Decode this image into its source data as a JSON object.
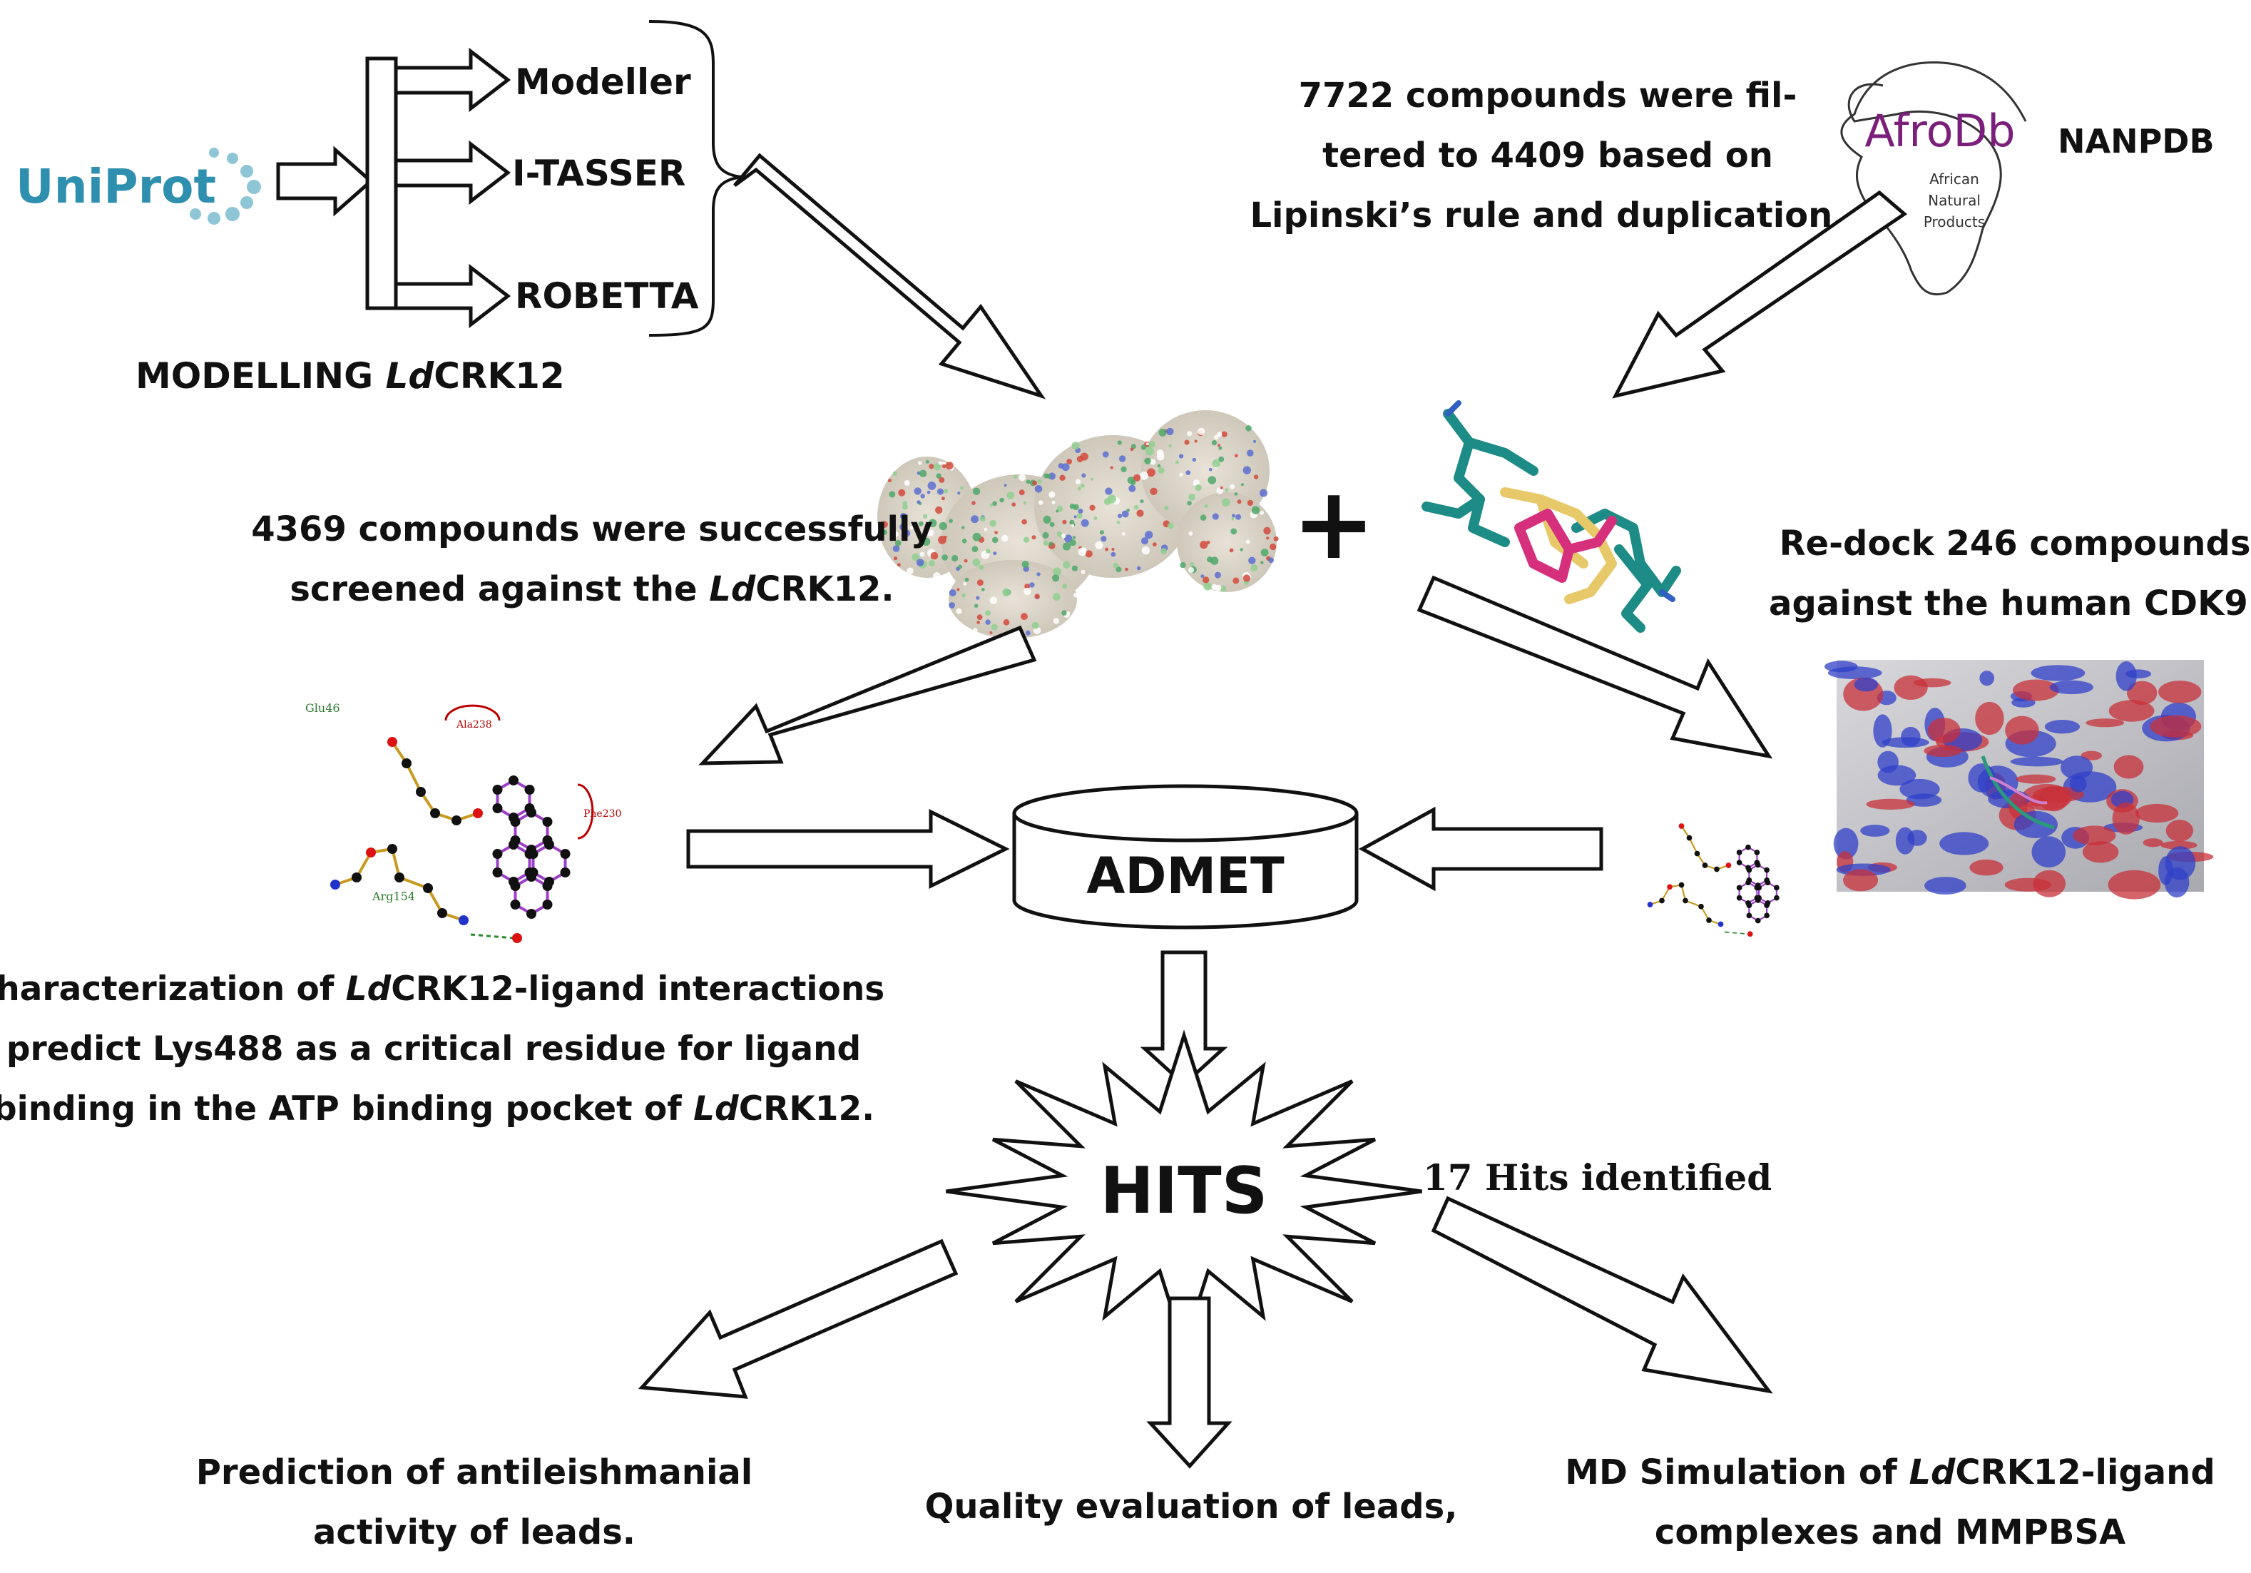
{
  "top_left": {
    "uniprot_logo": "UniProt",
    "tools": [
      "Modeller",
      "I-TASSER",
      "ROBETTA"
    ],
    "modelling_caption": {
      "prefix": "MODELLING ",
      "italic": "Ld",
      "suffix": "CRK12"
    }
  },
  "top_right": {
    "afrodb_logo": {
      "title": "AfroDb",
      "sub": [
        "African",
        "Natural",
        "Products"
      ]
    },
    "nanpdb_label": "NANPDB",
    "filter_text": [
      "7722 compounds were fil-",
      "tered to 4409 based on",
      "Lipinski’s rule and duplication."
    ]
  },
  "middle": {
    "plus_sign": "+",
    "screen_text": {
      "line1": "4369  compounds were successfully",
      "line2_prefix": "screened against the ",
      "line2_italic": "Ld",
      "line2_suffix": "CRK12."
    },
    "redock_text": [
      "Re-dock 246 compounds",
      "against the human CDK9."
    ],
    "admet_label": "ADMET",
    "interaction_labels": {
      "left": [
        "Glu46",
        "Ala238",
        "Phe230",
        "Arg154"
      ]
    }
  },
  "characterization": {
    "line1_prefix": "Characterization of ",
    "line1_italic": "Ld",
    "line1_suffix": "CRK12-ligand interactions",
    "line2": "predict Lys488 as a critical residue for ligand",
    "line3_prefix": "binding in the ATP binding pocket of ",
    "line3_italic": "Ld",
    "line3_suffix": "CRK12."
  },
  "hits": {
    "label": "HITS",
    "count_text": "17 Hits identified"
  },
  "outcomes": {
    "left": [
      "Prediction of antileishmanial",
      "activity of leads."
    ],
    "middle": "Quality evaluation of leads,",
    "right": {
      "line1_prefix": "MD Simulation of ",
      "line1_italic": "Ld",
      "line1_suffix": "CRK12-ligand",
      "line2": "complexes and MMPBSA"
    }
  },
  "colors": {
    "protein_green": "#4fa86a",
    "protein_red": "#d24a3c",
    "ligand_teal": "#1e8c86",
    "ligand_magenta": "#d6307d",
    "ligand_yellow": "#e8c96a",
    "surface_red": "#c8303a",
    "surface_blue": "#3040c8",
    "bond_purple": "#9b3fc8"
  }
}
